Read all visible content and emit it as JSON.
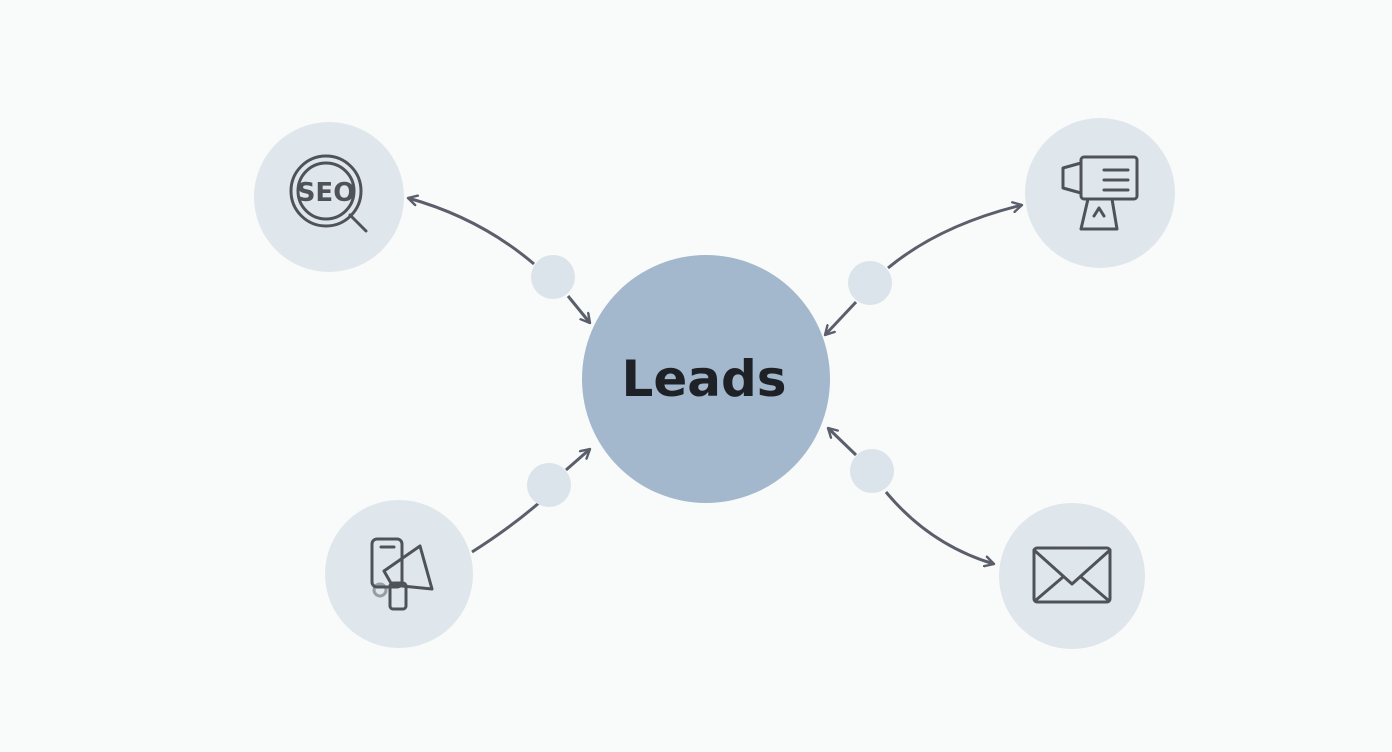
{
  "hub": {
    "label": "Leads"
  },
  "channels": [
    {
      "name": "seo",
      "icon": "seo-magnifier-icon",
      "icon_text": "SEO",
      "direction": "bidirectional"
    },
    {
      "name": "content",
      "icon": "presentation-board-icon",
      "direction": "bidirectional"
    },
    {
      "name": "social-promotion",
      "icon": "phone-megaphone-icon",
      "direction": "to-hub"
    },
    {
      "name": "email",
      "icon": "envelope-icon",
      "direction": "bidirectional"
    }
  ],
  "colors": {
    "background": "#f9fafa",
    "hub_fill": "#a3b8cd",
    "hub_text": "#1e2226",
    "node_fill": "#dfe7ec",
    "junction_fill": "#dbe4ea",
    "arrow": "#5a5f6b",
    "icon": "#4f5359"
  }
}
